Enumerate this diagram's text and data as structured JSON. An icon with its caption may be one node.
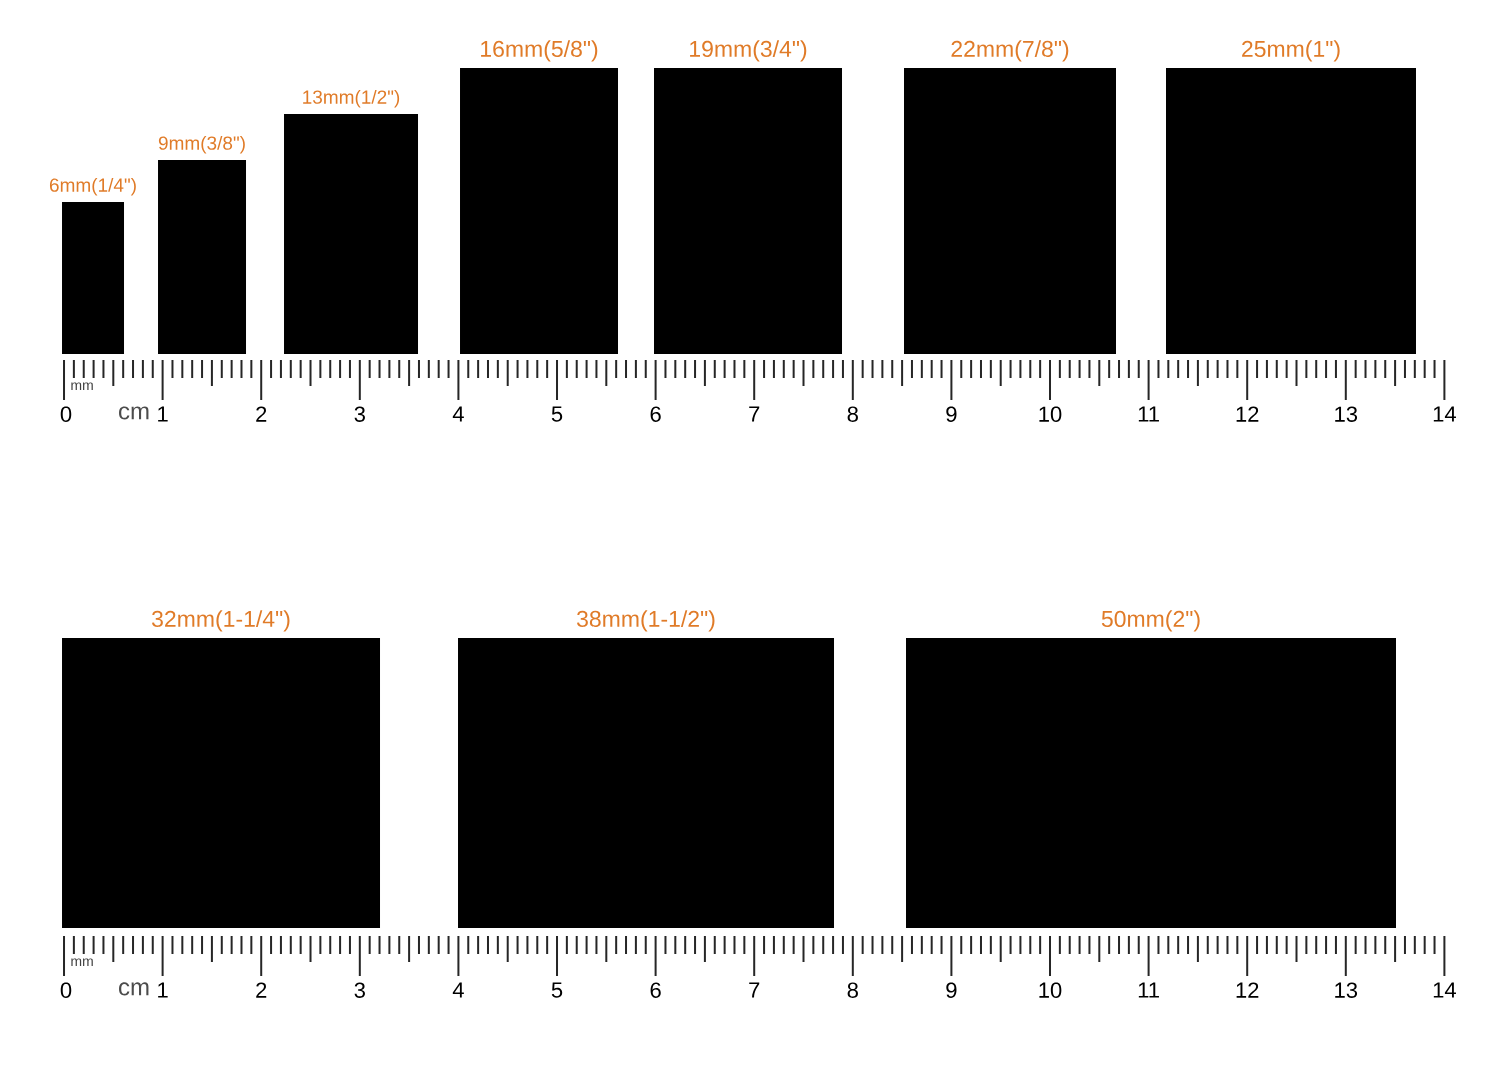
{
  "diagram": {
    "nodes": [
      {
        "text": [
          "6mm(1/4\")"
        ]
      },
      {
        "text": [
          "9mm(3/8\")"
        ]
      },
      {
        "text": [
          "13mm(1/2\")"
        ]
      },
      {
        "text": [
          "16mm(5/8\")"
        ]
      },
      {
        "text": [
          "19mm(3/4\")"
        ]
      },
      {
        "text": [
          "22mm(7/8\")"
        ]
      },
      {
        "text": [
          "25mm(1\")"
        ]
      },
      {
        "text": [
          "32mm(1-1/4\")"
        ]
      },
      {
        "text": [
          "38mm(1-1/2\")"
        ]
      },
      {
        "text": [
          "50mm(2\")"
        ]
      }
    ],
    "labels": [
      "mm",
      "0",
      "cm",
      "1",
      "2",
      "3",
      "4",
      "5",
      "6",
      "7",
      "8",
      "9",
      "10",
      "11",
      "12",
      "13",
      "14",
      "mm",
      "0",
      "cm",
      "1",
      "2",
      "3",
      "4",
      "5",
      "6",
      "7",
      "8",
      "9",
      "10",
      "11",
      "12",
      "13",
      "14"
    ]
  }
}
